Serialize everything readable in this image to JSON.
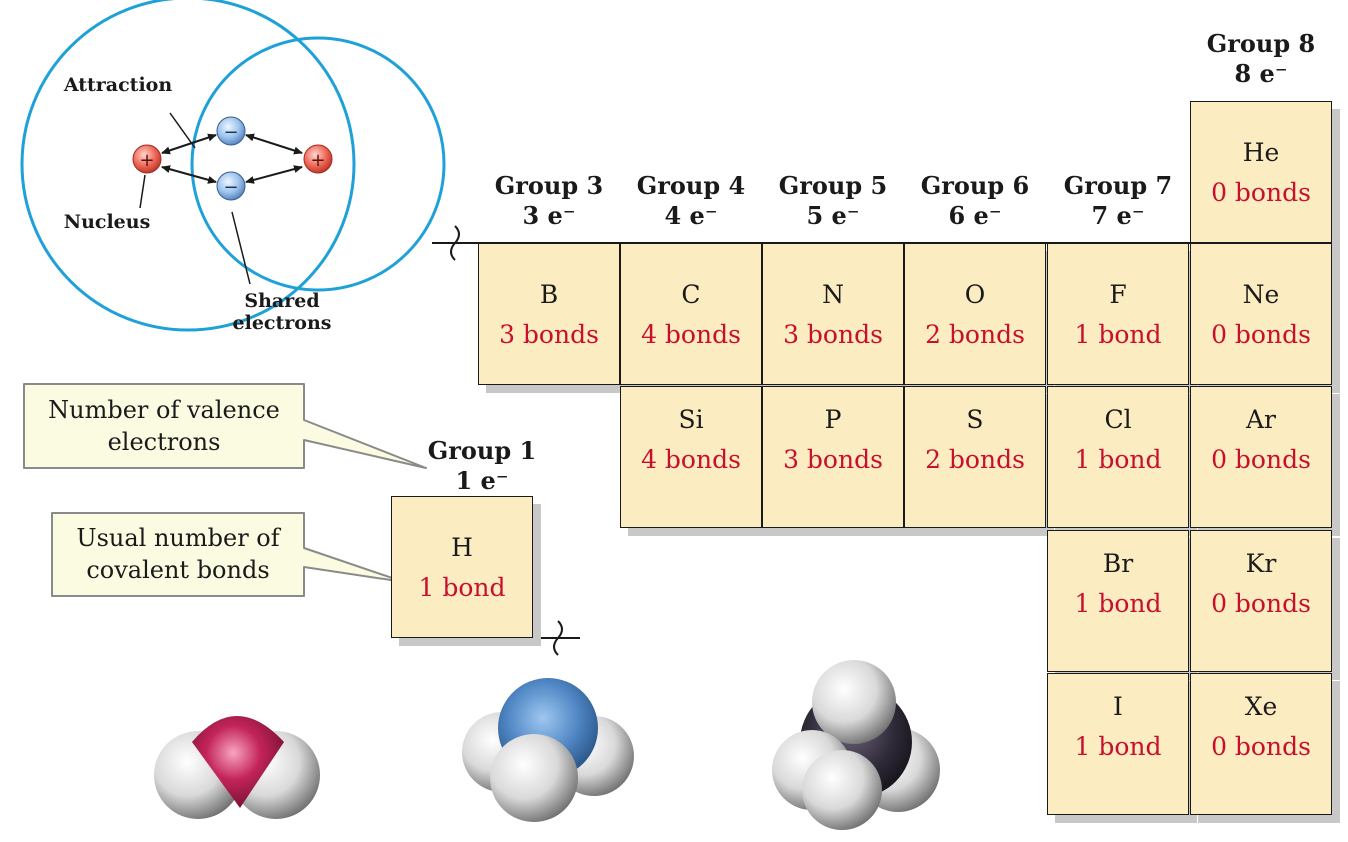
{
  "atom_diagram": {
    "attraction_label": "Attraction",
    "nucleus_label": "Nucleus",
    "shared_label_line1": "Shared",
    "shared_label_line2": "electrons",
    "plus_sign": "+",
    "minus_sign": "−",
    "circle_color": "#1ea0d8"
  },
  "callouts": {
    "valence_line1": "Number of valence",
    "valence_line2": "electrons",
    "bonds_line1": "Usual number of",
    "bonds_line2": "covalent bonds"
  },
  "groups": [
    {
      "name": "Group 1",
      "electrons": "1 e⁻"
    },
    {
      "name": "Group 3",
      "electrons": "3 e⁻"
    },
    {
      "name": "Group 4",
      "electrons": "4 e⁻"
    },
    {
      "name": "Group 5",
      "electrons": "5 e⁻"
    },
    {
      "name": "Group 6",
      "electrons": "6 e⁻"
    },
    {
      "name": "Group 7",
      "electrons": "7 e⁻"
    },
    {
      "name": "Group 8",
      "electrons": "8 e⁻"
    }
  ],
  "elements": [
    {
      "symbol": "H",
      "bonds": "1 bond"
    },
    {
      "symbol": "He",
      "bonds": "0 bonds"
    },
    {
      "symbol": "B",
      "bonds": "3 bonds"
    },
    {
      "symbol": "C",
      "bonds": "4 bonds"
    },
    {
      "symbol": "N",
      "bonds": "3 bonds"
    },
    {
      "symbol": "O",
      "bonds": "2 bonds"
    },
    {
      "symbol": "F",
      "bonds": "1 bond"
    },
    {
      "symbol": "Ne",
      "bonds": "0 bonds"
    },
    {
      "symbol": "Si",
      "bonds": "4 bonds"
    },
    {
      "symbol": "P",
      "bonds": "3 bonds"
    },
    {
      "symbol": "S",
      "bonds": "2 bonds"
    },
    {
      "symbol": "Cl",
      "bonds": "1 bond"
    },
    {
      "symbol": "Ar",
      "bonds": "0 bonds"
    },
    {
      "symbol": "Br",
      "bonds": "1 bond"
    },
    {
      "symbol": "Kr",
      "bonds": "0 bonds"
    },
    {
      "symbol": "I",
      "bonds": "1 bond"
    },
    {
      "symbol": "Xe",
      "bonds": "0 bonds"
    }
  ],
  "colors": {
    "cell_fill": "#fbecc1",
    "bond_text": "#c8102e",
    "callout_fill": "#fbfbe2"
  }
}
